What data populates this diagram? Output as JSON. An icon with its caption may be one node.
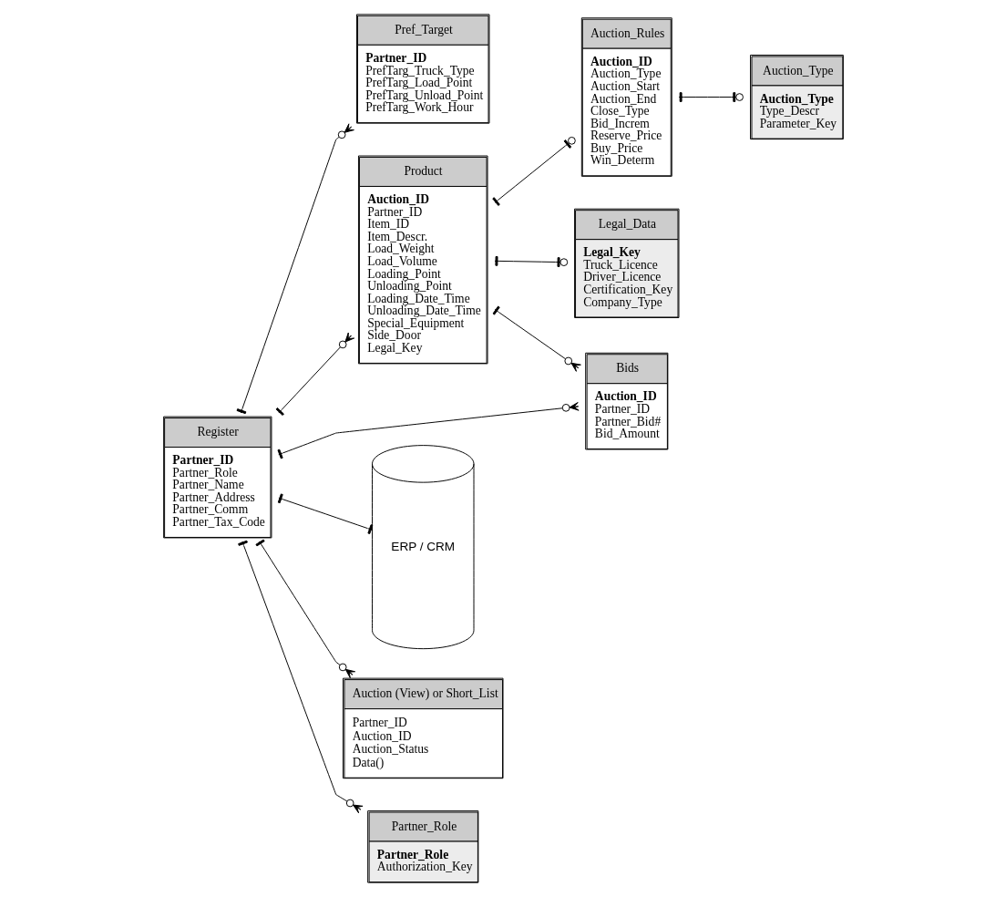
{
  "diagram": {
    "nodes": [
      {
        "text": [
          "Register",
          "Partner_ID",
          "Partner_Role",
          "Partner_Name",
          "Partner_Address",
          "Partner_Comm",
          "Partner_Tax_Code"
        ]
      },
      {
        "text": [
          "Pref_Target",
          "Partner_ID",
          "PrefTarg_Truck_Type",
          "PrefTarg_Load_Point",
          "PrefTarg_Unload_Point",
          "PrefTarg_Work_Hour"
        ]
      },
      {
        "text": [
          "Auction_Rules",
          "Auction_ID",
          "Auction_Type",
          "Auction_Start",
          "Auction_End",
          "Close_Type",
          "Bid_Increm",
          "Reserve_Price",
          "Buy_Price",
          "Win_Determ"
        ]
      },
      {
        "text": [
          "Product",
          "Auction_ID",
          "Partner_ID",
          "Item_ID",
          "Item_Descr.",
          "Load_Weight",
          "Load_Volume",
          "Loading_Point",
          "Unloading_Point",
          "Loading_Date_Time",
          "Unloading_Date_Time",
          "Special_Equipment",
          "Side_Door",
          "Legal_Key"
        ]
      },
      {
        "text": [
          "Bids",
          "Auction_ID",
          "Partner_ID",
          "Partner_Bid#",
          "Bid_Amount"
        ]
      },
      {
        "text": [
          "ERP / CRM"
        ]
      },
      {
        "text": [
          "Auction (View) or Short_List",
          "Partner_ID",
          "Auction_ID",
          "Auction_Status",
          "Data()"
        ]
      },
      {
        "text": [
          "Partner_Role",
          "Partner_Role",
          "Authorization_Key"
        ]
      },
      {
        "text": [
          "Legal_Data",
          "Legal_Key",
          "Truck_Licence",
          "Driver_Licence",
          "Certification_Key",
          "Company_Type"
        ]
      },
      {
        "text": [
          "Auction_Type",
          "Auction_Type",
          "Type_Descr",
          "Parameter_Key"
        ]
      }
    ],
    "edges": [
      {
        "from": 0,
        "to": 1,
        "arrow": "other"
      },
      {
        "from": 0,
        "to": 3,
        "arrow": "other"
      },
      {
        "from": 0,
        "to": 4,
        "arrow": "other"
      },
      {
        "from": 3,
        "to": 2,
        "arrow": "other"
      },
      {
        "from": 3,
        "to": 4,
        "arrow": "other"
      },
      {
        "from": 3,
        "to": 8,
        "arrow": "other"
      },
      {
        "from": 2,
        "to": 9,
        "arrow": "other"
      },
      {
        "from": 0,
        "to": 5,
        "arrow": "other"
      },
      {
        "from": 0,
        "to": 6,
        "arrow": "other"
      },
      {
        "from": 0,
        "to": 7,
        "arrow": "other"
      }
    ]
  }
}
